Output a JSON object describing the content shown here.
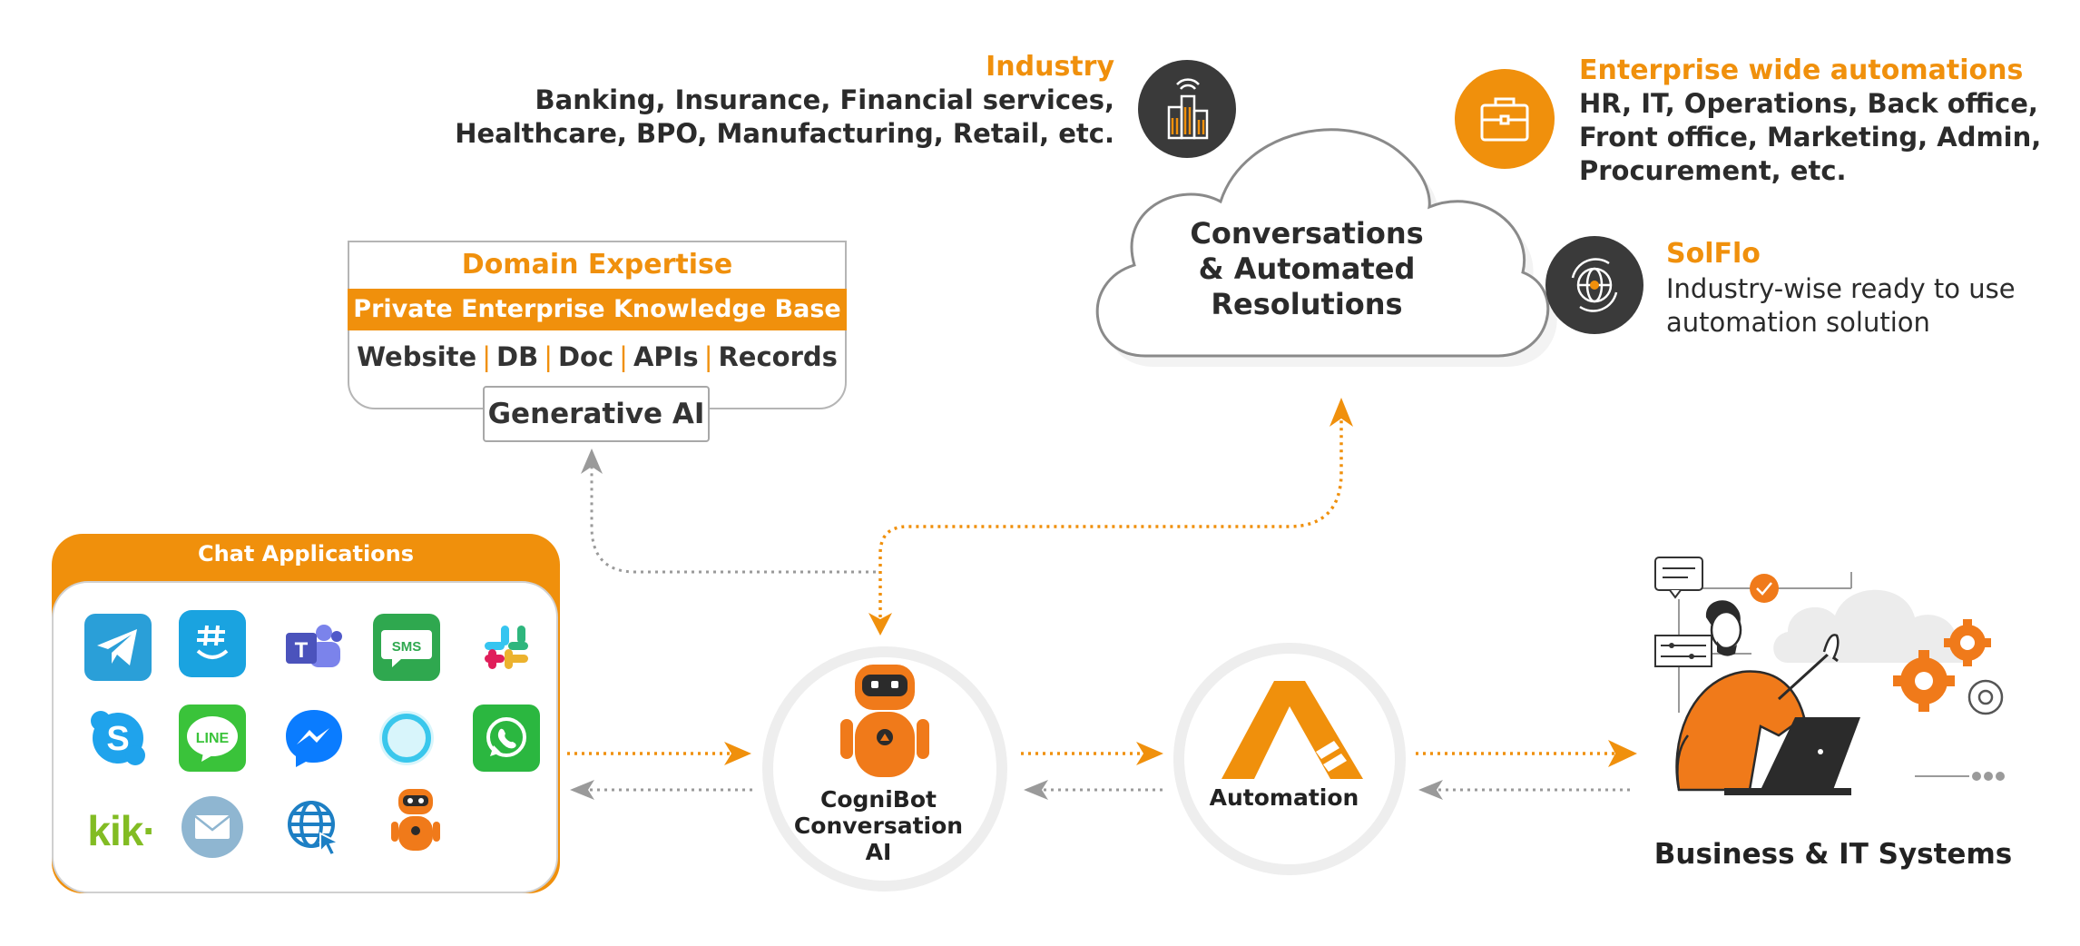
{
  "industry": {
    "title": "Industry",
    "line1": "Banking, Insurance, Financial services,",
    "line2": "Healthcare, BPO, Manufacturing, Retail, etc."
  },
  "enterprise": {
    "title": "Enterprise wide automations",
    "line1": "HR, IT, Operations, Back office,",
    "line2": "Front office, Marketing, Admin,",
    "line3": "Procurement, etc."
  },
  "solflo": {
    "title": "SolFlo",
    "line1": "Industry-wise ready to use",
    "line2": "automation solution"
  },
  "cloud": {
    "line1": "Conversations",
    "line2": "& Automated",
    "line3": "Resolutions"
  },
  "domain": {
    "title": "Domain Expertise",
    "kb": "Private Enterprise Knowledge Base",
    "sources": [
      "Website",
      "DB",
      "Doc",
      "APIs",
      "Records"
    ],
    "genai": "Generative AI"
  },
  "chat": {
    "title": "Chat Applications",
    "apps": [
      "telegram",
      "groupme",
      "teams",
      "sms",
      "slack",
      "skype",
      "line",
      "messenger",
      "alexa",
      "whatsapp",
      "kik",
      "email",
      "web",
      "bot"
    ],
    "sms_label": "SMS",
    "line_label": "LINE",
    "kik_label": "kik·",
    "teams_label": "T"
  },
  "cognibot": {
    "line1": "CogniBot",
    "line2": "Conversation",
    "line3": "AI"
  },
  "automation": {
    "label": "Automation"
  },
  "business": {
    "label": "Business & IT Systems"
  },
  "colors": {
    "accent": "#f0900c",
    "dark": "#3a3a3a",
    "grey_arrow": "#9a9a9a"
  }
}
